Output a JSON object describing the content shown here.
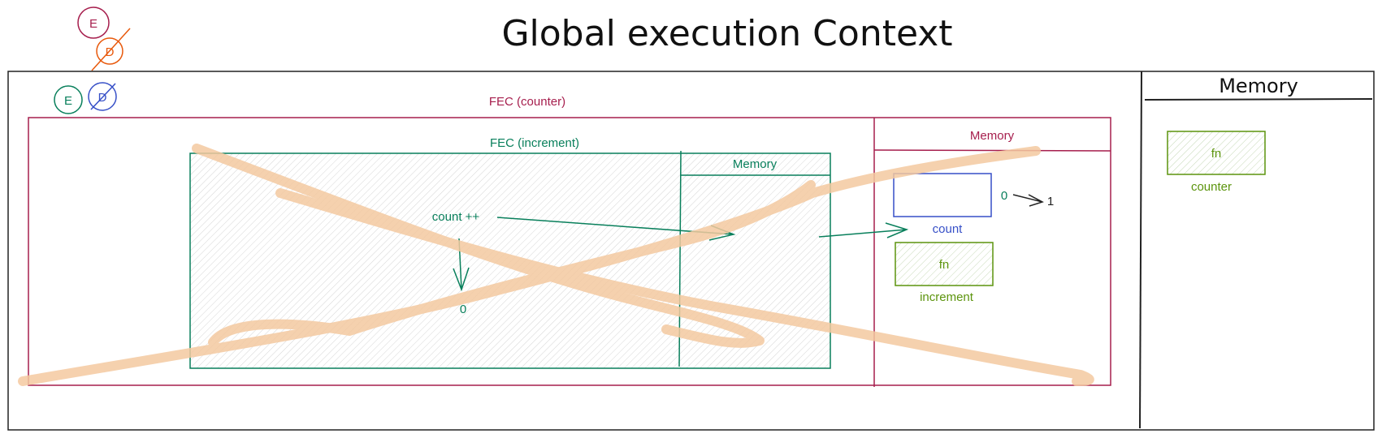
{
  "title": "Global execution Context",
  "colors": {
    "crimson": "#a61e4d",
    "green": "#087f5b",
    "blue": "#364fc7",
    "orange": "#e8590c",
    "olive": "#5c940d",
    "strike": "#f4c9a0"
  },
  "badges": {
    "e_crimson": "E",
    "d_orange": "D",
    "e_green": "E",
    "d_blue": "D"
  },
  "fec_counter": {
    "label": "FEC (counter)",
    "memory_label": "Memory",
    "count_var": "count",
    "count_value": "0",
    "count_new_value": "1",
    "fn_label": "fn",
    "increment_label": "increment"
  },
  "fec_increment": {
    "label": "FEC (increment)",
    "memory_label": "Memory",
    "statement": "count ++",
    "result": "0"
  },
  "global_memory": {
    "label": "Memory",
    "fn_label": "fn",
    "counter_label": "counter"
  }
}
